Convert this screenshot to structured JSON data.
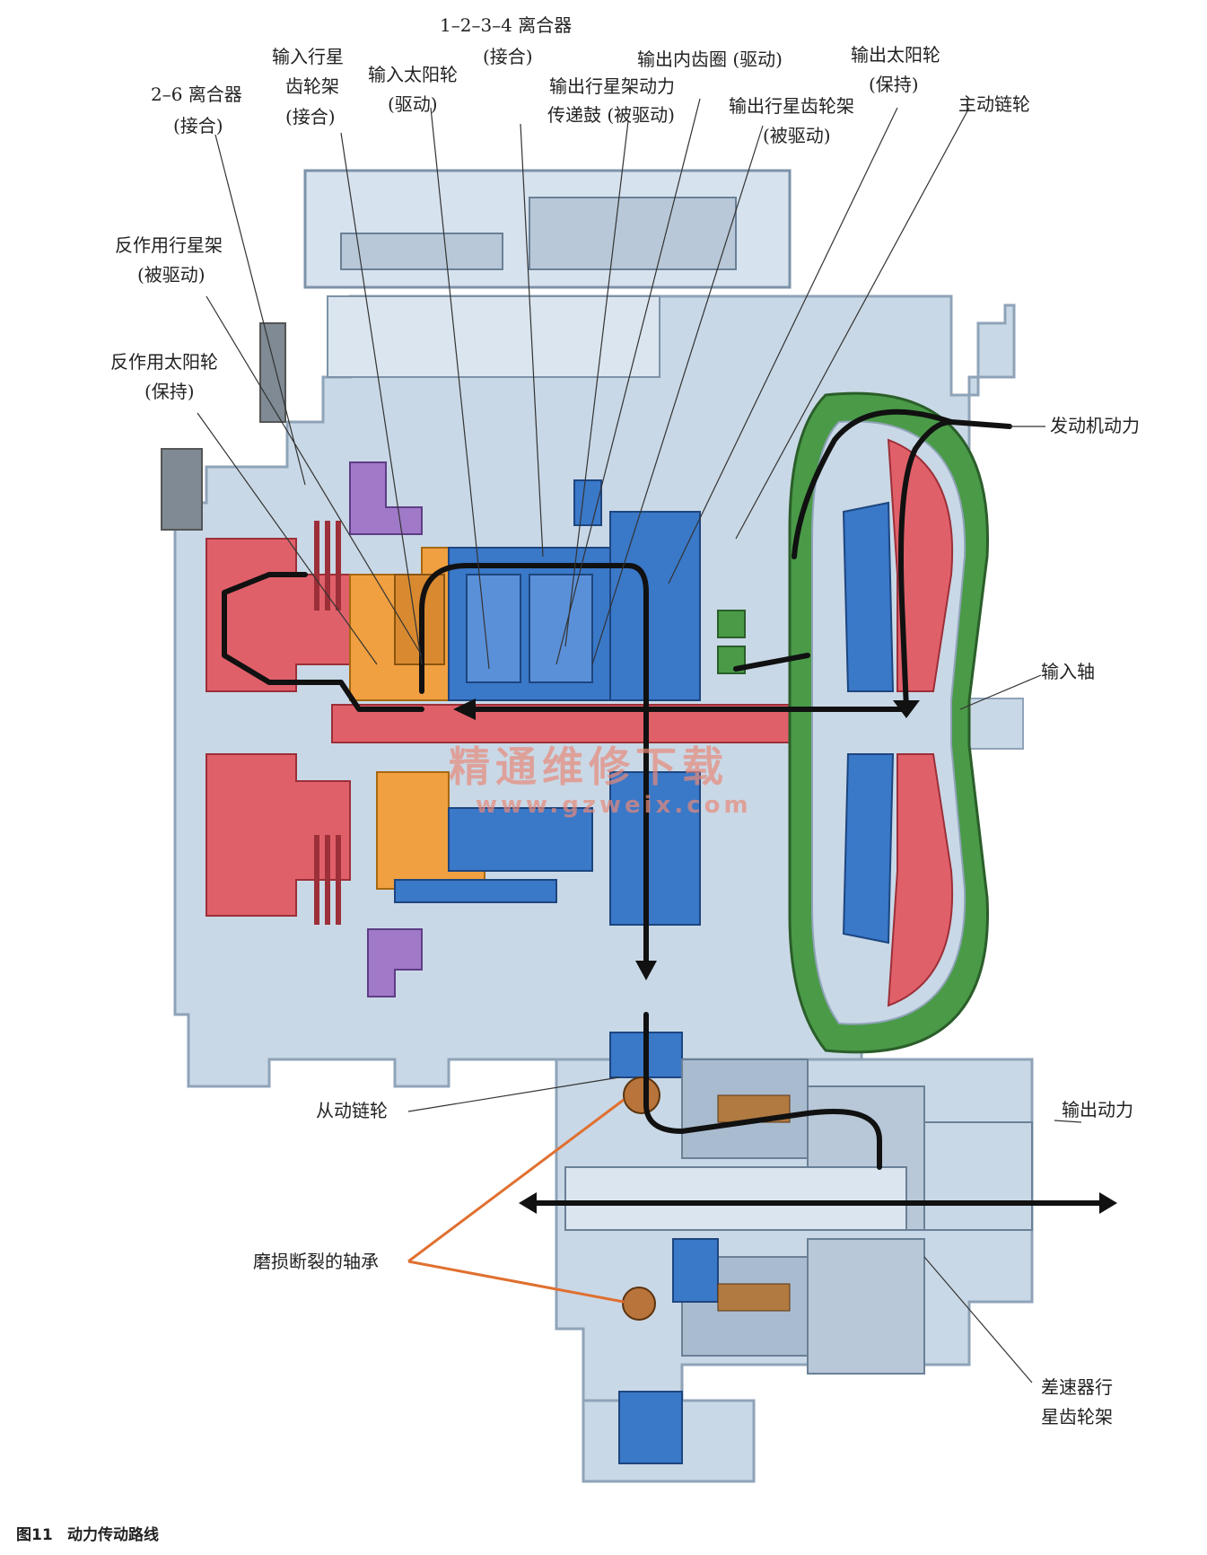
{
  "caption": {
    "figure_no": "图11",
    "title": "动力传动路线"
  },
  "watermark": {
    "line1": "精通维修下载",
    "line2": "www.gzweix.com"
  },
  "labels": {
    "clutch_1234": "1–2–3–4 离合器",
    "clutch_1234_state": "(接合)",
    "input_carrier_l1": "输入行星",
    "input_carrier_l2": "齿轮架",
    "input_carrier_state": "(接合)",
    "input_sun": "输入太阳轮",
    "input_sun_state": "(驱动)",
    "output_ring": "输出内齿圈 (驱动)",
    "output_sun": "输出太阳轮",
    "output_sun_state": "(保持)",
    "clutch_26": "2–6 离合器",
    "clutch_26_state": "(接合)",
    "output_drum_l1": "输出行星架动力",
    "output_drum_l2": "传递鼓 (被驱动)",
    "output_carrier": "输出行星齿轮架",
    "output_carrier_state": "(被驱动)",
    "drive_sprocket": "主动链轮",
    "reaction_carrier": "反作用行星架",
    "reaction_carrier_state": "(被驱动)",
    "reaction_sun": "反作用太阳轮",
    "reaction_sun_state": "(保持)",
    "engine_power": "发动机动力",
    "input_shaft": "输入轴",
    "driven_sprocket": "从动链轮",
    "output_power": "输出动力",
    "worn_bearing": "磨损断裂的轴承",
    "diff_carrier_l1": "差速器行",
    "diff_carrier_l2": "星齿轮架"
  },
  "colors": {
    "housing": "#c9d8e6",
    "housing_dark": "#8fa3b8",
    "input_red": "#e0606a",
    "carrier_orange": "#f0a040",
    "gear_blue": "#3a78c8",
    "torque_green": "#4a9a48",
    "reaction_purple": "#a07ac8",
    "flow_black": "#111111",
    "bearing_orange": "#e07030"
  }
}
